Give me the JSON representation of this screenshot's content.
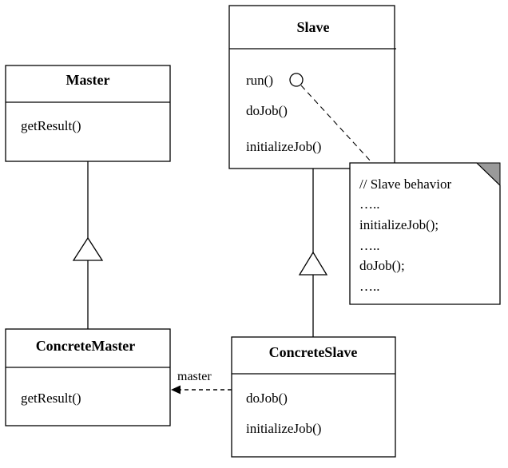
{
  "classes": {
    "master": {
      "name": "Master",
      "methods": [
        "getResult()"
      ]
    },
    "slave": {
      "name": "Slave",
      "methods": [
        "run()",
        "doJob()",
        "initializeJob()"
      ]
    },
    "concrete_master": {
      "name": "ConcreteMaster",
      "methods": [
        "getResult()"
      ]
    },
    "concrete_slave": {
      "name": "ConcreteSlave",
      "methods": [
        "doJob()",
        "initializeJob()"
      ]
    }
  },
  "note": {
    "lines": [
      "// Slave behavior",
      "…..",
      "initializeJob();",
      "…..",
      "doJob();",
      "….."
    ]
  },
  "association": {
    "label": "master"
  }
}
